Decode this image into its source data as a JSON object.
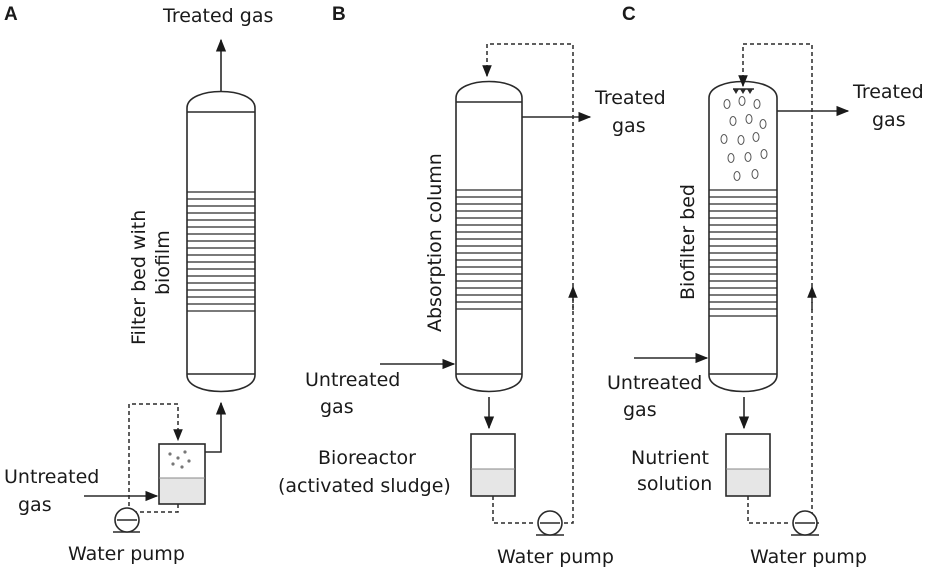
{
  "panels": {
    "A": {
      "letter": "A",
      "treated_gas": "Treated gas",
      "column_label_line1": "Filter bed with",
      "column_label_line2": "biofilm",
      "untreated_line1": "Untreated",
      "untreated_line2": "gas",
      "pump_label": "Water pump"
    },
    "B": {
      "letter": "B",
      "treated_line1": "Treated",
      "treated_line2": "gas",
      "column_label": "Absorption column",
      "untreated_line1": "Untreated",
      "untreated_line2": "gas",
      "tank_label_line1": "Bioreactor",
      "tank_label_line2": "(activated sludge)",
      "pump_label": "Water pump"
    },
    "C": {
      "letter": "C",
      "treated_line1": "Treated",
      "treated_line2": "gas",
      "column_label": "Biofilter bed",
      "untreated_line1": "Untreated",
      "untreated_line2": "gas",
      "tank_label_line1": "Nutrient",
      "tank_label_line2": "solution",
      "pump_label": "Water pump"
    }
  }
}
